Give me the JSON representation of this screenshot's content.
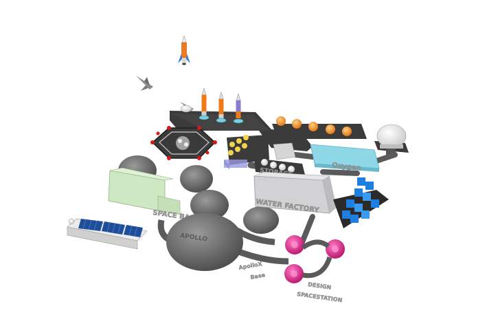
{
  "scene": {
    "labels": {
      "space_base_apollo": "SPACE BASE APOLLO",
      "apollo": "APOLLO",
      "water_factory": "WATER FACTORY",
      "oxygen": "Oxygen",
      "storage": "STORAGE",
      "maker_line1": "ApolloX",
      "maker_line2": "Base",
      "credit_line1": "DESIGN",
      "credit_line2": "SPACESTATION"
    },
    "colors": {
      "platform": "#3b3b3b",
      "dome": "#6c6c6c",
      "lab": "#cfe8c4",
      "factory": "#d2d2d4",
      "oxygen_tank": "#8fd8e8",
      "solar_panel": "#1e4d9a",
      "pod_magenta": "#e0288c",
      "cube_blue": "#1f7fe0",
      "rocket_orange": "#f07a18",
      "rocket_purple": "#8a7ad0",
      "beacon_red": "#d81818",
      "orange_light": "#f59a20"
    },
    "icons": [
      "rocket-icon",
      "jet-icon",
      "dome-icon",
      "solar-panel-icon",
      "pod-icon",
      "cube-icon",
      "radar-dome-icon"
    ]
  }
}
